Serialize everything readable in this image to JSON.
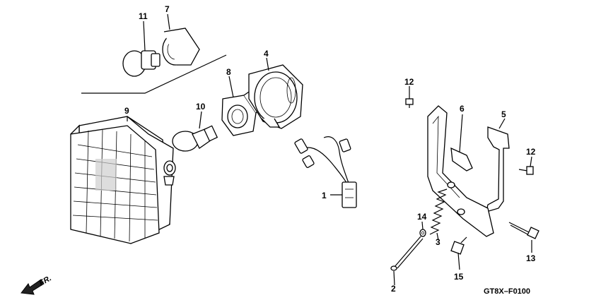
{
  "parts": [
    {
      "id": "part-1",
      "label": "1"
    },
    {
      "id": "part-2",
      "label": "2"
    },
    {
      "id": "part-3",
      "label": "3"
    },
    {
      "id": "part-4",
      "label": "4"
    },
    {
      "id": "part-5",
      "label": "5"
    },
    {
      "id": "part-6",
      "label": "6"
    },
    {
      "id": "part-7",
      "label": "7"
    },
    {
      "id": "part-8",
      "label": "8"
    },
    {
      "id": "part-9",
      "label": "9"
    },
    {
      "id": "part-10",
      "label": "10"
    },
    {
      "id": "part-11",
      "label": "11"
    },
    {
      "id": "part-12a",
      "label": "12"
    },
    {
      "id": "part-12b",
      "label": "12"
    },
    {
      "id": "part-13",
      "label": "13"
    },
    {
      "id": "part-14",
      "label": "14"
    },
    {
      "id": "part-15",
      "label": "15"
    }
  ],
  "direction_label": "FR.",
  "diagram_code": "GT8X–F0100"
}
